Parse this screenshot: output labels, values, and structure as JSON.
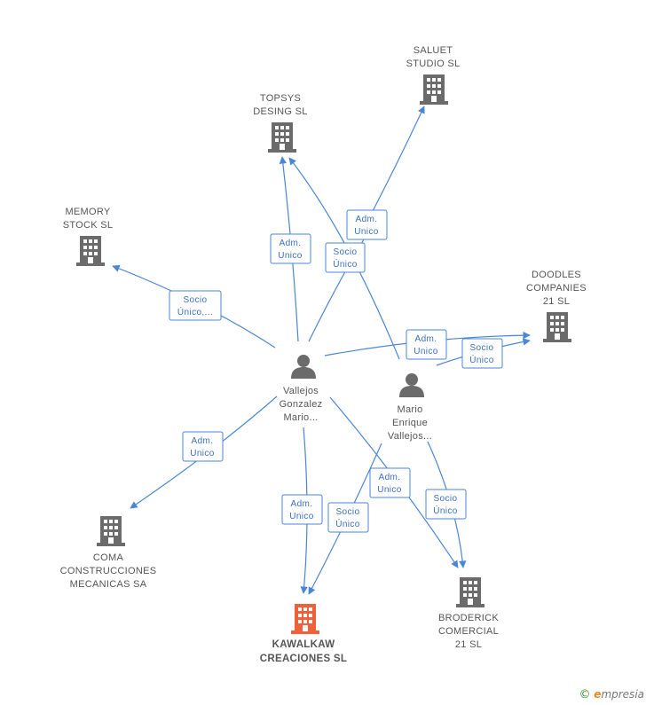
{
  "colors": {
    "edge": "#4a86d8",
    "building": "#6b6b6b",
    "main_building": "#f0603a",
    "person": "#6b6b6b"
  },
  "nodes": [
    {
      "id": "saluet",
      "type": "company",
      "lines": [
        "SALUET",
        "STUDIO SL"
      ],
      "icon": "building-icon"
    },
    {
      "id": "topsys",
      "type": "company",
      "lines": [
        "TOPSYS",
        "DESING SL"
      ],
      "icon": "building-icon"
    },
    {
      "id": "memory",
      "type": "company",
      "lines": [
        "MEMORY",
        "STOCK SL"
      ],
      "icon": "building-icon"
    },
    {
      "id": "doodles",
      "type": "company",
      "lines": [
        "DOODLES",
        "COMPANIES",
        "21 SL"
      ],
      "icon": "building-icon"
    },
    {
      "id": "vallejos",
      "type": "person",
      "lines": [
        "Vallejos",
        "Gonzalez",
        "Mario..."
      ],
      "icon": "person-icon"
    },
    {
      "id": "mario",
      "type": "person",
      "lines": [
        "Mario",
        "Enrique",
        "Vallejos..."
      ],
      "icon": "person-icon"
    },
    {
      "id": "coma",
      "type": "company",
      "lines": [
        "COMA",
        "CONSTRUCCIONES",
        "MECANICAS SA"
      ],
      "icon": "building-icon"
    },
    {
      "id": "kawalkaw",
      "type": "main",
      "lines": [
        "KAWALKAW",
        "CREACIONES SL"
      ],
      "icon": "building-icon"
    },
    {
      "id": "broderick",
      "type": "company",
      "lines": [
        "BRODERICK",
        "COMERCIAL",
        "21 SL"
      ],
      "icon": "building-icon"
    }
  ],
  "badges": [
    {
      "id": "b1",
      "lines": [
        "Adm.",
        "Unico"
      ]
    },
    {
      "id": "b2",
      "lines": [
        "Adm.",
        "Unico"
      ]
    },
    {
      "id": "b3",
      "lines": [
        "Socio",
        "Único"
      ]
    },
    {
      "id": "b4",
      "lines": [
        "Socio",
        "Único,..."
      ]
    },
    {
      "id": "b5",
      "lines": [
        "Adm.",
        "Unico"
      ]
    },
    {
      "id": "b6",
      "lines": [
        "Socio",
        "Único"
      ]
    },
    {
      "id": "b7",
      "lines": [
        "Adm.",
        "Unico"
      ]
    },
    {
      "id": "b8",
      "lines": [
        "Adm.",
        "Unico"
      ]
    },
    {
      "id": "b9",
      "lines": [
        "Socio",
        "Único"
      ]
    },
    {
      "id": "b10",
      "lines": [
        "Adm.",
        "Unico"
      ]
    },
    {
      "id": "b11",
      "lines": [
        "Socio",
        "Único"
      ]
    }
  ],
  "watermark": {
    "symbol": "©",
    "brand_initial": "e",
    "brand_rest": "mpresia"
  }
}
